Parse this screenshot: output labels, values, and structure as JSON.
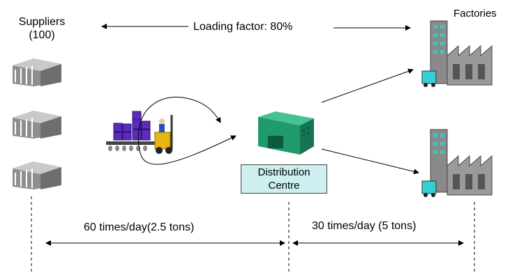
{
  "suppliers": {
    "title_line1": "Suppliers",
    "title_line2": "(100)"
  },
  "loading_factor": "Loading factor: 80%",
  "factories": {
    "title": "Factories"
  },
  "distribution_centre": {
    "line1": "Distribution",
    "line2": "Centre"
  },
  "flows": {
    "supplier_to_dc": "60 times/day(2.5 tons)",
    "dc_to_factory": "30 times/day (5 tons)"
  },
  "colors": {
    "dc_box_fill": "#cdeff0",
    "warehouse_green": "#1f9a6a",
    "cargo_purple": "#5a2db8",
    "forklift_yellow": "#e7b514",
    "factory_gray": "#8a8a8a"
  }
}
